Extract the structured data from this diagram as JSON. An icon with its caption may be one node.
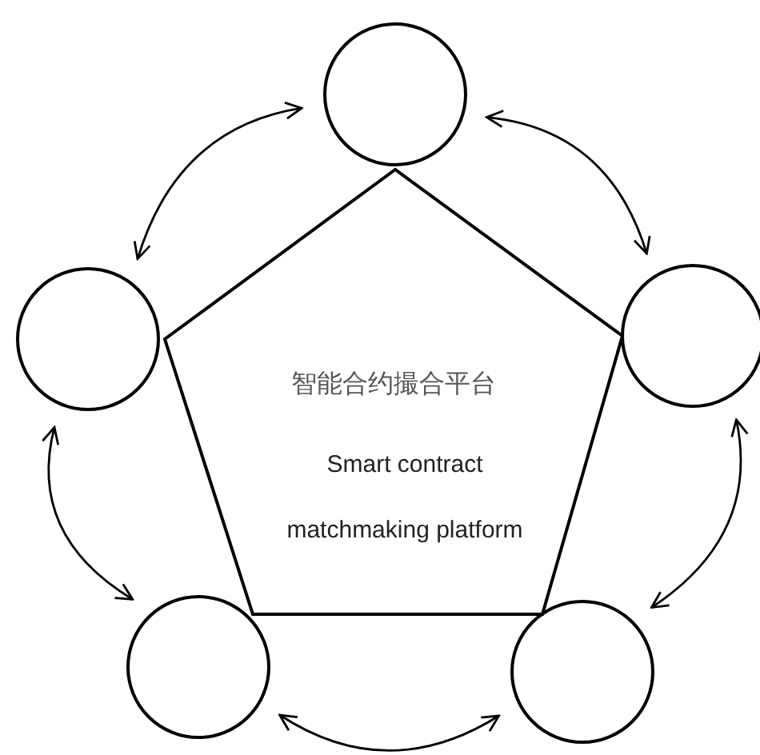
{
  "diagram": {
    "nodes": [
      {
        "text": [
          "智能合约撮合平台",
          "Smart contract matchmaking platform"
        ]
      },
      {
        "text": [],
        "shape": "circle"
      },
      {
        "text": [],
        "shape": "circle"
      },
      {
        "text": [],
        "shape": "circle"
      },
      {
        "text": [],
        "shape": "circle"
      },
      {
        "text": [],
        "shape": "circle"
      }
    ],
    "edges": [
      {
        "from": 1,
        "to": 2,
        "arrow": "both"
      },
      {
        "from": 1,
        "to": 3,
        "arrow": "both"
      },
      {
        "from": 2,
        "to": 4,
        "arrow": "both"
      },
      {
        "from": 3,
        "to": 5,
        "arrow": "both"
      },
      {
        "from": 4,
        "to": 5,
        "arrow": "both"
      }
    ]
  }
}
